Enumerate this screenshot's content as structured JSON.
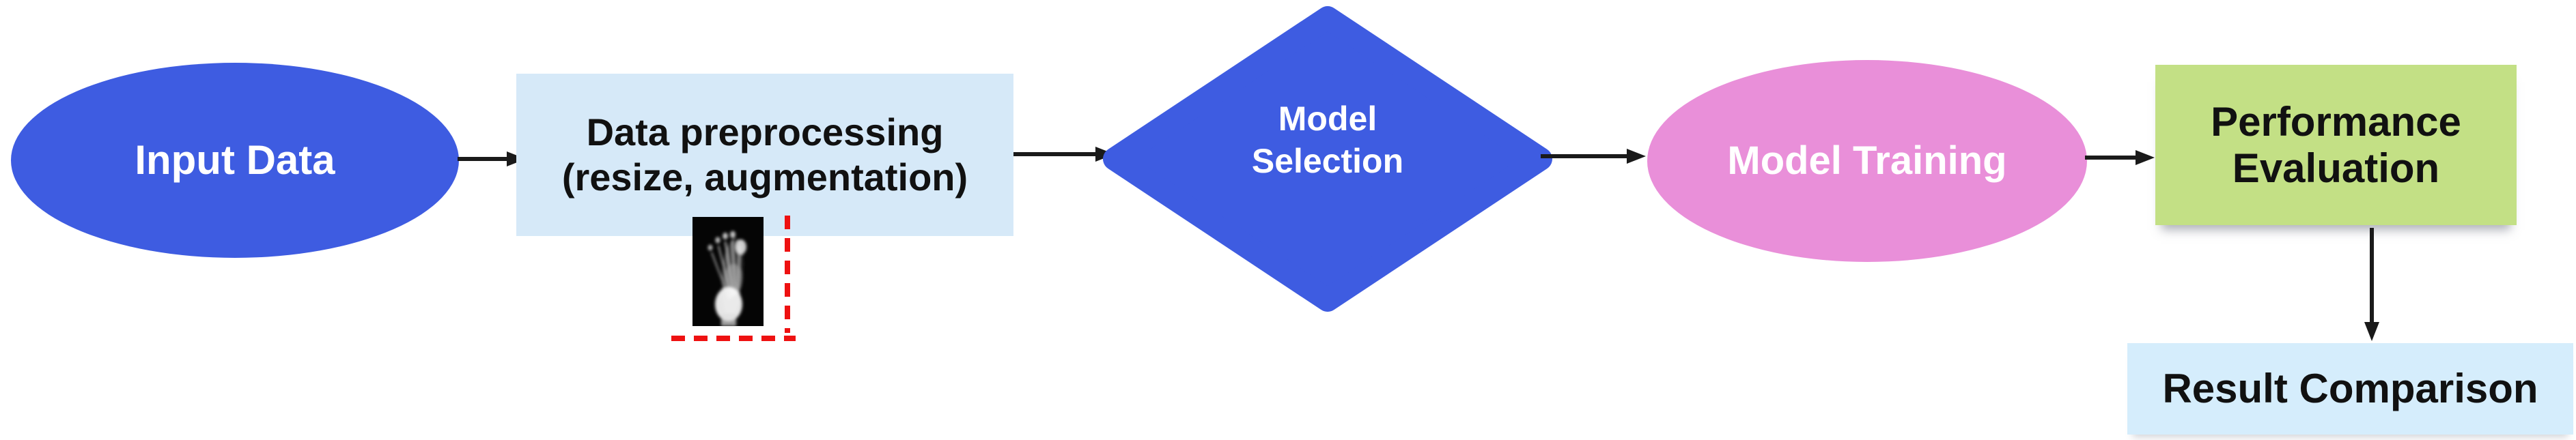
{
  "diagram": {
    "title": "Model development workflow flowchart",
    "colors": {
      "background": "#ffffff",
      "primary_blue": "#3E5CE1",
      "preprocessing_box_blue": "#D6E9F8",
      "result_box_blue": "#D5EDFC",
      "training_pink": "#E98FD9",
      "evaluation_green": "#C3E085",
      "arrow_black": "#1A1A1A",
      "dashed_red": "#EE1111",
      "text_dark": "#111111",
      "text_light": "#FFFFFF",
      "xray_background": "#050505"
    },
    "nodes": {
      "input_data": {
        "shape": "ellipse",
        "label": "Input Data"
      },
      "preprocessing": {
        "shape": "rectangle",
        "line1": "Data preprocessing",
        "line2": "(resize, augmentation)"
      },
      "selection": {
        "shape": "diamond",
        "line1": "Model",
        "line2": "Selection"
      },
      "training": {
        "shape": "ellipse",
        "label": "Model Training"
      },
      "evaluation": {
        "shape": "rectangle",
        "line1": "Performance",
        "line2": "Evaluation"
      },
      "result": {
        "shape": "rectangle",
        "label": "Result Comparison"
      }
    },
    "edges": [
      {
        "from": "input_data",
        "to": "preprocessing",
        "direction": "right"
      },
      {
        "from": "preprocessing",
        "to": "selection",
        "direction": "right"
      },
      {
        "from": "selection",
        "to": "training",
        "direction": "right"
      },
      {
        "from": "training",
        "to": "evaluation",
        "direction": "right"
      },
      {
        "from": "evaluation",
        "to": "result",
        "direction": "down"
      }
    ],
    "annotations": {
      "xray_thumbnail": "foot x-ray sample image under preprocessing step",
      "dashed_outline": "red dashed crop/augmentation marks beside x-ray"
    }
  }
}
